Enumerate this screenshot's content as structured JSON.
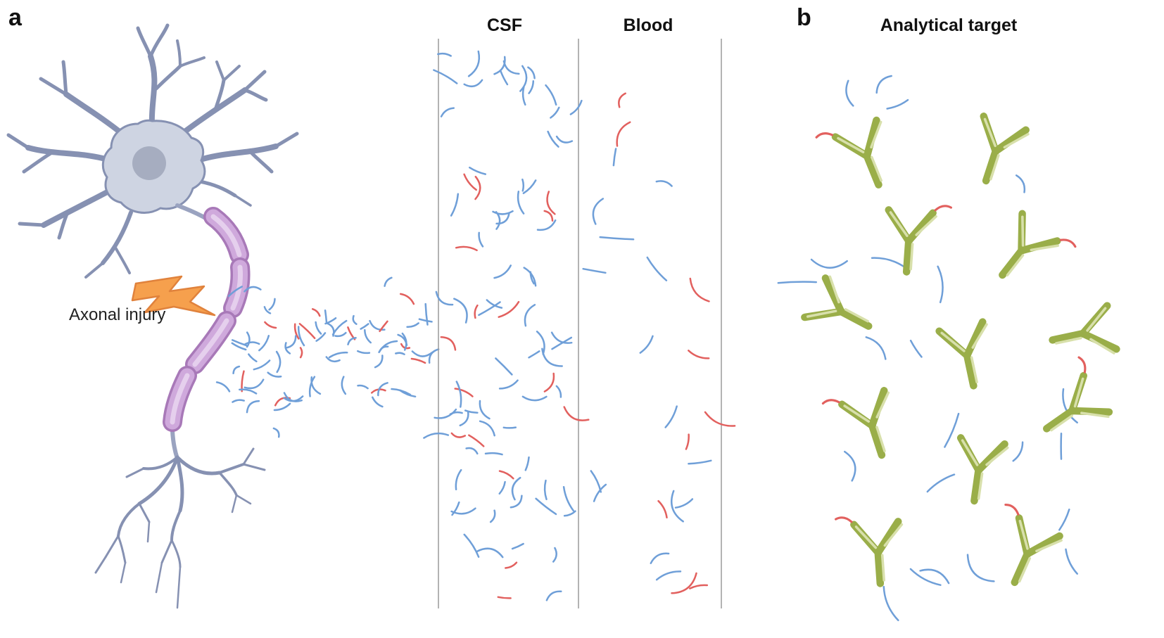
{
  "panel_a": {
    "label": "a",
    "injury_label": "Axonal injury",
    "columns": [
      {
        "label": "CSF"
      },
      {
        "label": "Blood"
      }
    ]
  },
  "panel_b": {
    "label": "b",
    "title": "Analytical target"
  },
  "colors": {
    "frag_blue": "#6f9fd8",
    "frag_red": "#e2605e",
    "antibody_green": "#9aae49",
    "antibody_light": "#d8e0ab",
    "myelin_purple": "#cfa9dc",
    "myelin_outline": "#a879b8",
    "neuron_fill": "#ced4e2",
    "neuron_stroke": "#8691b2",
    "nucleus": "#a6adc0",
    "bolt_orange": "#f6a04d",
    "divider_gray": "#9a9a9a"
  }
}
